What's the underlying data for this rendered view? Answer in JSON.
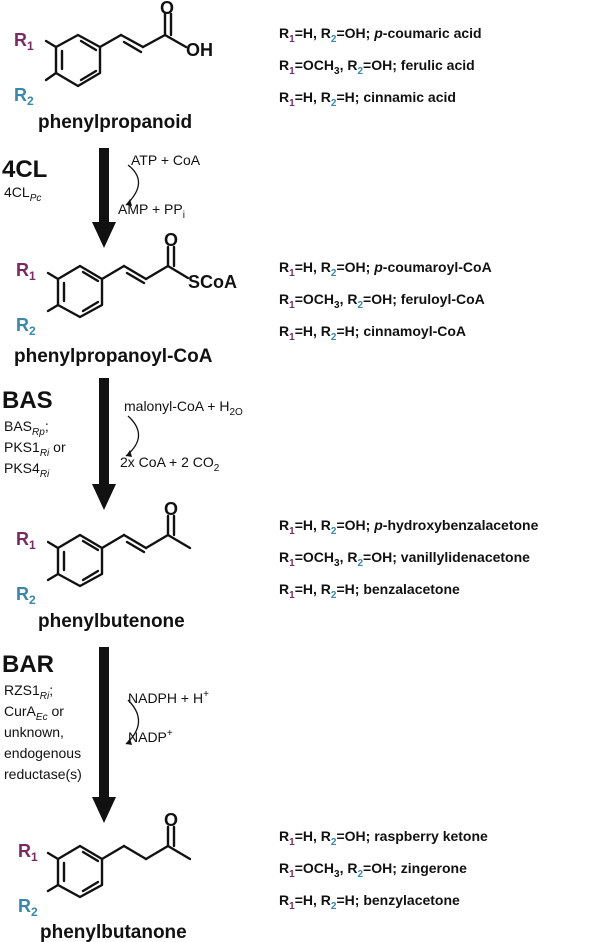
{
  "compounds": [
    {
      "name": "phenylpropanoid",
      "variants": [
        {
          "r1": "H",
          "r2": "OH",
          "name_prefix": "p",
          "name": "-coumaric acid"
        },
        {
          "r1": "OCH3",
          "r2": "OH",
          "name_prefix": "",
          "name": "ferulic acid"
        },
        {
          "r1": "H",
          "r2": "H",
          "name_prefix": "",
          "name": "cinnamic acid"
        }
      ]
    },
    {
      "name": "phenylpropanoyl-CoA",
      "variants": [
        {
          "r1": "H",
          "r2": "OH",
          "name_prefix": "p",
          "name": "-coumaroyl-CoA"
        },
        {
          "r1": "OCH3",
          "r2": "OH",
          "name_prefix": "",
          "name": "feruloyl-CoA"
        },
        {
          "r1": "H",
          "r2": "H",
          "name_prefix": "",
          "name": "cinnamoyl-CoA"
        }
      ]
    },
    {
      "name": "phenylbutenone",
      "variants": [
        {
          "r1": "H",
          "r2": "OH",
          "name_prefix": "p",
          "name": "-hydroxybenzalacetone"
        },
        {
          "r1": "OCH3",
          "r2": "OH",
          "name_prefix": "",
          "name": "vanillylidenacetone"
        },
        {
          "r1": "H",
          "r2": "H",
          "name_prefix": "",
          "name": "benzalacetone"
        }
      ]
    },
    {
      "name": "phenylbutanone",
      "variants": [
        {
          "r1": "H",
          "r2": "OH",
          "name_prefix": "",
          "name": "raspberry ketone"
        },
        {
          "r1": "OCH3",
          "r2": "OH",
          "name_prefix": "",
          "name": "zingerone"
        },
        {
          "r1": "H",
          "r2": "H",
          "name_prefix": "",
          "name": "benzylacetone"
        }
      ]
    }
  ],
  "steps": [
    {
      "enzyme": "4CL",
      "enzyme_sources": [
        "4CL_Pc"
      ],
      "cosubstrate": "ATP + CoA",
      "coproduct": "AMP + PP_i"
    },
    {
      "enzyme": "BAS",
      "enzyme_sources": [
        "BAS_Rp;",
        "PKS1_Ri or",
        "PKS4_Ri"
      ],
      "cosubstrate": "malonyl-CoA + H_2O",
      "coproduct": "2x CoA + 2 CO_2"
    },
    {
      "enzyme": "BAR",
      "enzyme_sources": [
        "RZS1_Ri;",
        "CurA_Ec or",
        "unknown,",
        "endogenous",
        "reductase(s)"
      ],
      "cosubstrate": "NADPH + H^+",
      "coproduct": "NADP^+"
    }
  ],
  "labels": {
    "r1": "R",
    "r1_sub": "1",
    "r2": "R",
    "r2_sub": "2",
    "oxygen": "O",
    "oh": "OH",
    "scoa": "SCoA",
    "eq_sign": "=",
    "separator": "; ",
    "comma": ", "
  },
  "colors": {
    "r1": "#7a2a62",
    "r2": "#3a87a8",
    "ink": "#111111"
  }
}
